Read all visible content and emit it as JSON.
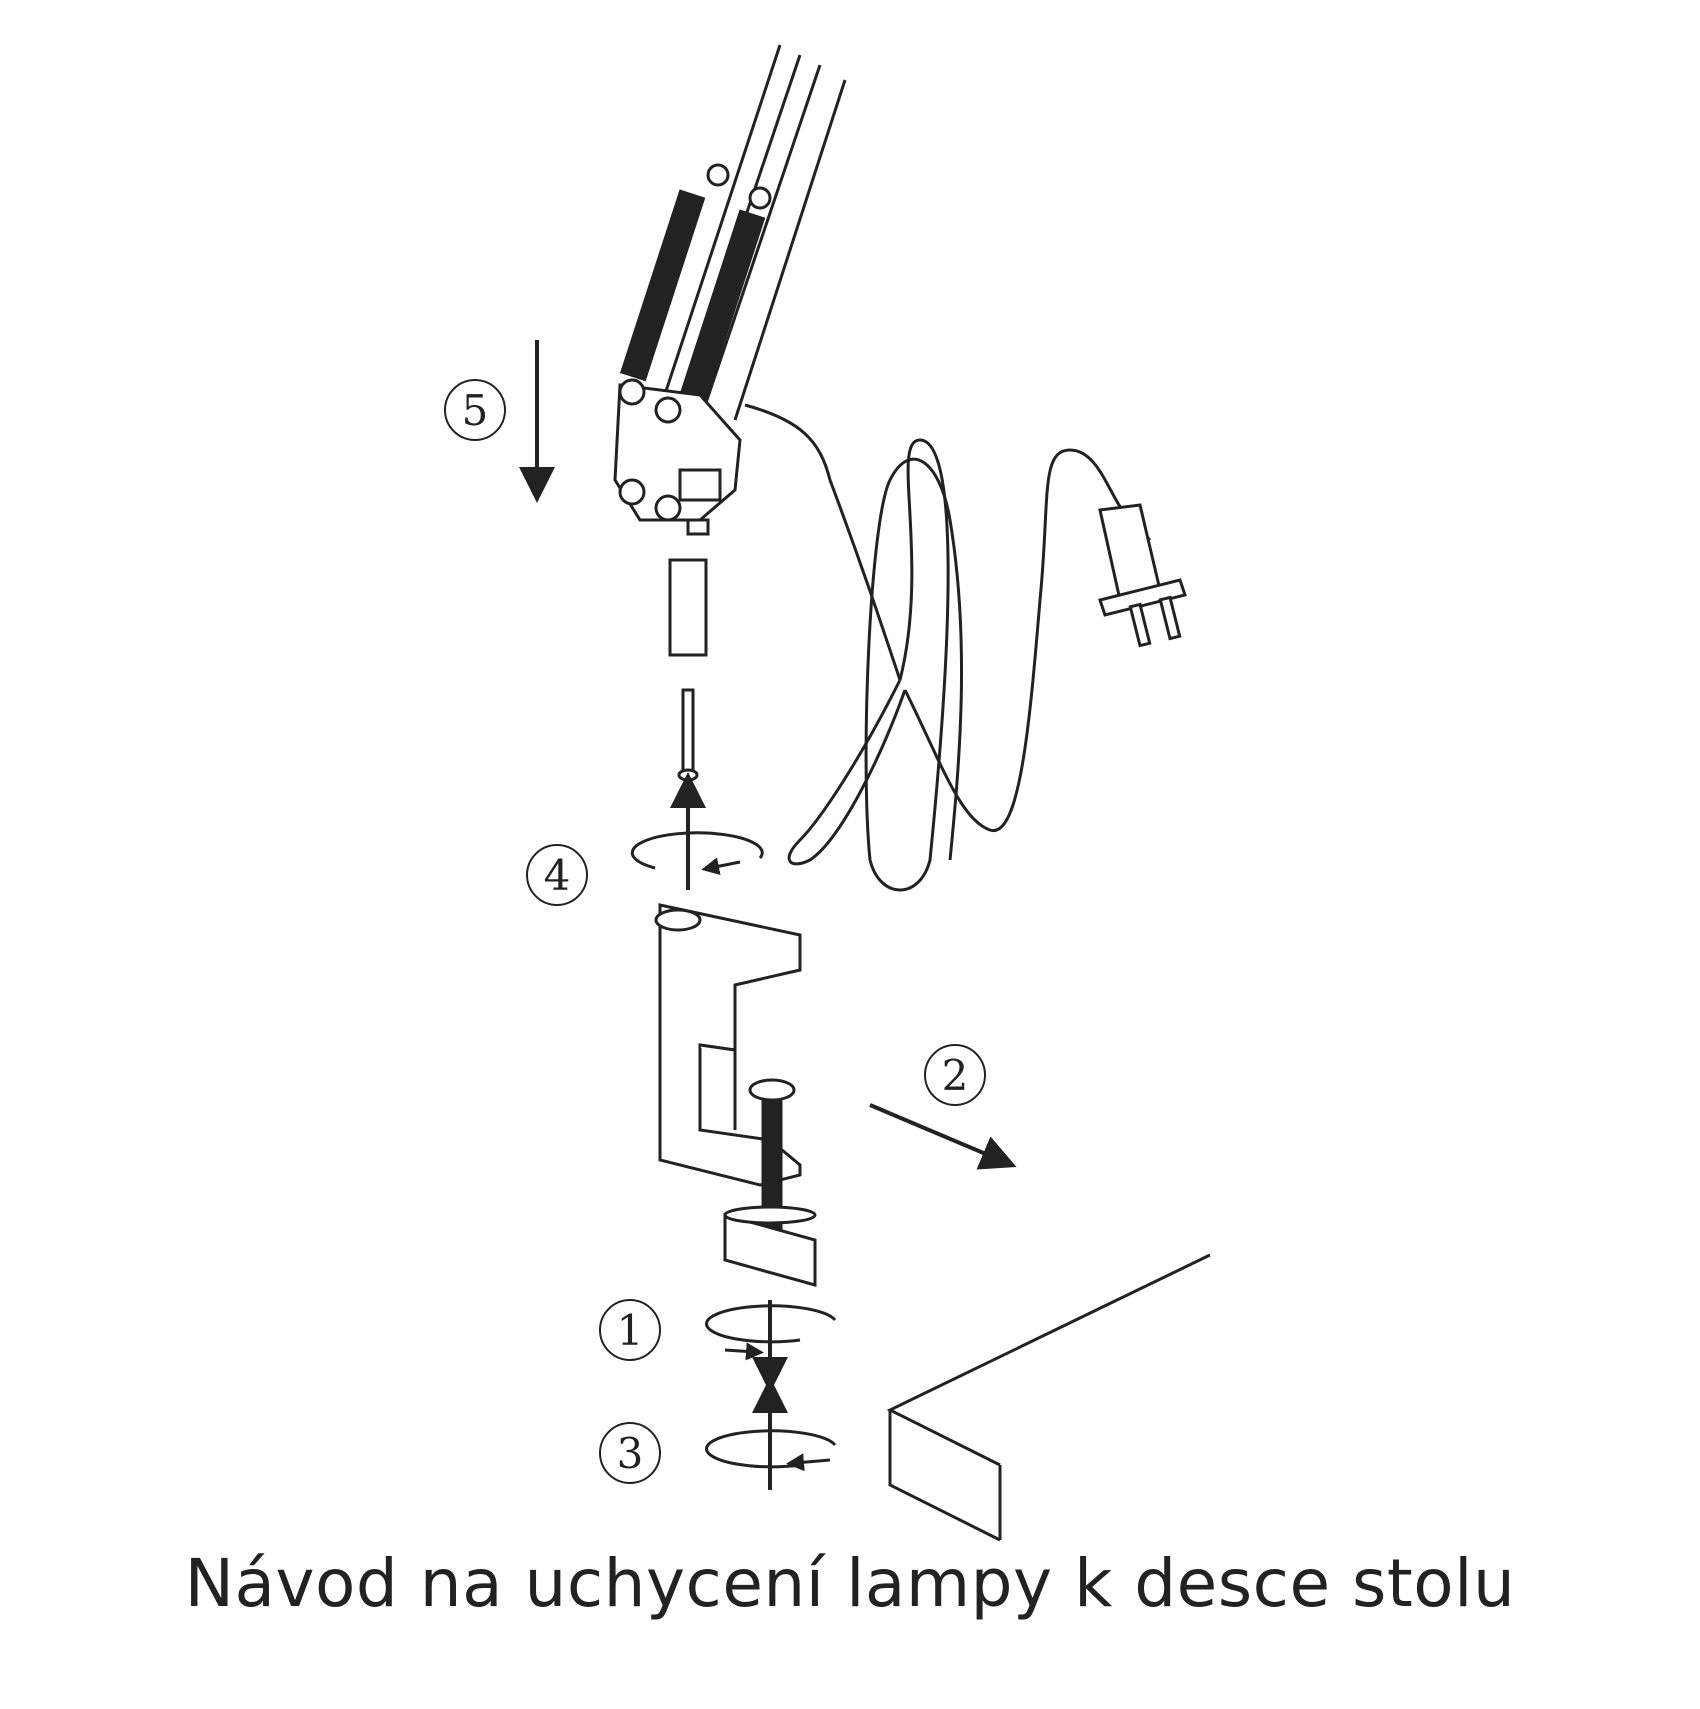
{
  "caption": "Návod na uchycení lampy k desce stolu",
  "steps": {
    "s1": "1",
    "s2": "2",
    "s3": "3",
    "s4": "4",
    "s5": "5"
  },
  "colors": {
    "line": "#222222",
    "background": "#ffffff"
  }
}
